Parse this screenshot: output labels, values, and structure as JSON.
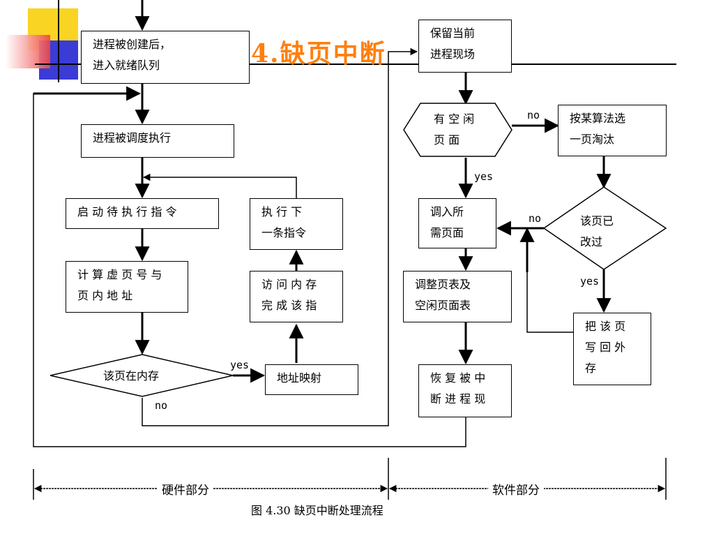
{
  "title": "4.缺页中断",
  "caption": "图 4.30  缺页中断处理流程",
  "parts": {
    "hardware": "硬件部分",
    "software": "软件部分"
  },
  "nodes": {
    "process_created": "进程被创建后，\n进入就绪队列",
    "process_scheduled": "进程被调度执行",
    "start_instruction": "启 动 待 执 行 指 令",
    "compute_address": "计 算 虚 页 号 与\n页 内 地 址",
    "page_in_memory": "该页在内存",
    "address_mapping": "地址映射",
    "access_memory": "访 问 内 存\n完 成 该 指",
    "execute_next": "执 行 下\n一条指令",
    "save_context": "保留当前\n进程现场",
    "has_free_page": "有 空 闲\n页      面",
    "select_victim": "按某算法选\n一页淘汰",
    "page_modified": "该页已\n改过",
    "write_back": "把 该 页\n写 回 外\n存",
    "load_page": "调入所\n需页面",
    "adjust_tables": "调整页表及\n空闲页面表",
    "restore_context": "恢 复 被 中\n断 进 程 现"
  },
  "edge_labels": {
    "in_memory_yes": "yes",
    "in_memory_no": "no",
    "free_no": "no",
    "free_yes": "yes",
    "modified_no": "no",
    "modified_yes": "yes"
  },
  "colors": {
    "title": "#ff7f0e",
    "deco_yellow": "#f9d423",
    "deco_blue": "#3b3bd6",
    "deco_red": "#ee4444",
    "line": "#000000"
  }
}
